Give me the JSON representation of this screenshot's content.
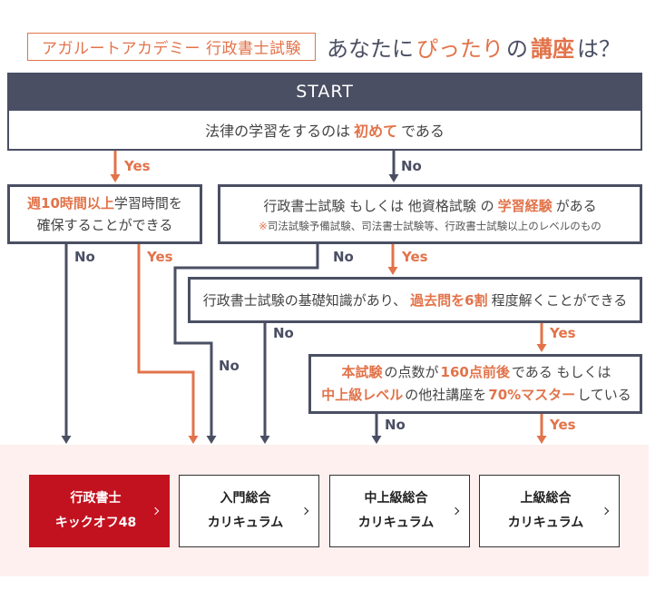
{
  "colors": {
    "accent": "#e2734a",
    "dark": "#4a4f63",
    "text": "#444444",
    "featured": "#c3121f",
    "section": "#fdf0ef"
  },
  "icons": {
    "course_link": "chevron-right-icon"
  },
  "header": {
    "brand_label": "アガルートアカデミー 行政書士試験",
    "title": {
      "lead": "あなたに",
      "highlight1": "ぴったり",
      "mid": "の",
      "highlight2": "講座",
      "tail": "は？"
    }
  },
  "flow": {
    "start": "START",
    "yes": "Yes",
    "no": "No",
    "q1": {
      "before": "法律の学習をするのは",
      "em": "初めて",
      "after": "である"
    },
    "q2a": {
      "em": "週10時間以上",
      "rest": "学習時間を",
      "line2": "確保することができる"
    },
    "q2b": {
      "before": "行政書士試験 もしくは 他資格試験 の",
      "em": "学習経験",
      "after": "がある",
      "note_mark": "※",
      "note": "司法試験予備試験、司法書士試験等、行政書士試験以上のレベルのもの"
    },
    "q3": {
      "before": "行政書士試験の基礎知識があり、",
      "em": "過去問を6割",
      "after": "程度解くことができる"
    },
    "q4": {
      "line1": {
        "em1": "本試験",
        "mid": "の点数が",
        "em2": "160点前後",
        "tail": "である もしくは"
      },
      "line2": {
        "em1": "中上級レベル",
        "mid": "の他社講座を",
        "em2": "70%マスター",
        "tail": "している"
      }
    }
  },
  "courses": [
    {
      "line1": "行政書士",
      "line2": "キックオフ48",
      "featured": true
    },
    {
      "line1": "入門総合",
      "line2": "カリキュラム",
      "featured": false
    },
    {
      "line1": "中上級総合",
      "line2": "カリキュラム",
      "featured": false
    },
    {
      "line1": "上級総合",
      "line2": "カリキュラム",
      "featured": false
    }
  ]
}
